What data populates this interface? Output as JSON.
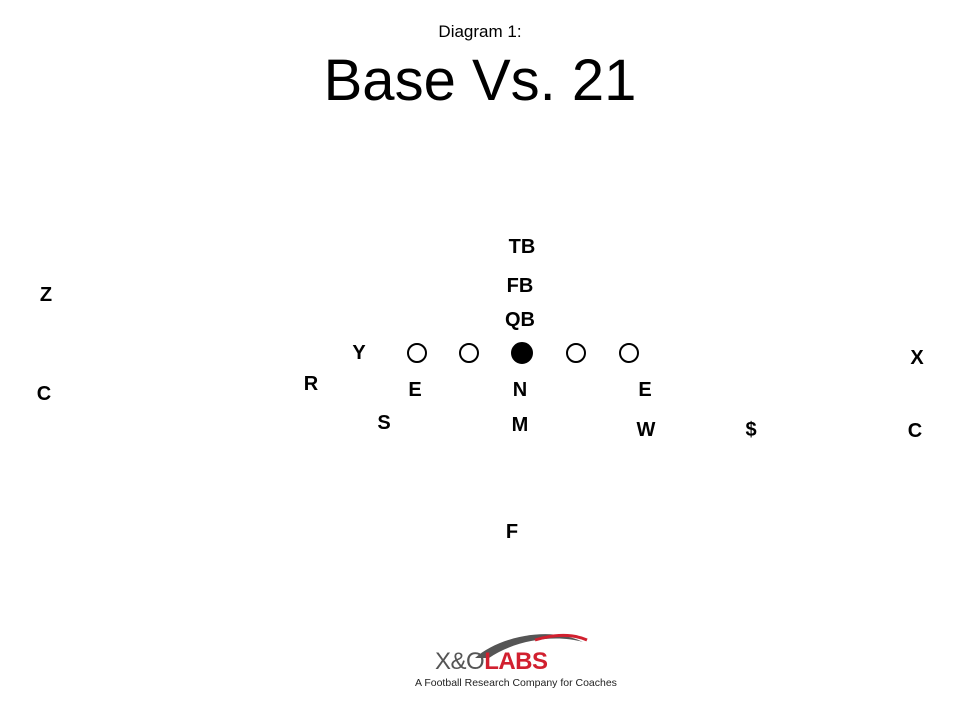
{
  "header": {
    "subtitle": "Diagram 1:",
    "title": "Base Vs. 21"
  },
  "offense": {
    "TB": "TB",
    "FB": "FB",
    "QB": "QB",
    "Y": "Y",
    "Z": "Z",
    "X": "X",
    "line_count": 5,
    "center_has_ball": true
  },
  "defense": {
    "C_left": "C",
    "R": "R",
    "E_left": "E",
    "N": "N",
    "E_right": "E",
    "S": "S",
    "M": "M",
    "W": "W",
    "dollar": "$",
    "C_right": "C",
    "F": "F"
  },
  "logo": {
    "brand_xo": "X&O",
    "brand_labs": "LABS",
    "tagline": "A Football Research Company for Coaches",
    "accent": "#d1202f",
    "gray": "#555555"
  }
}
